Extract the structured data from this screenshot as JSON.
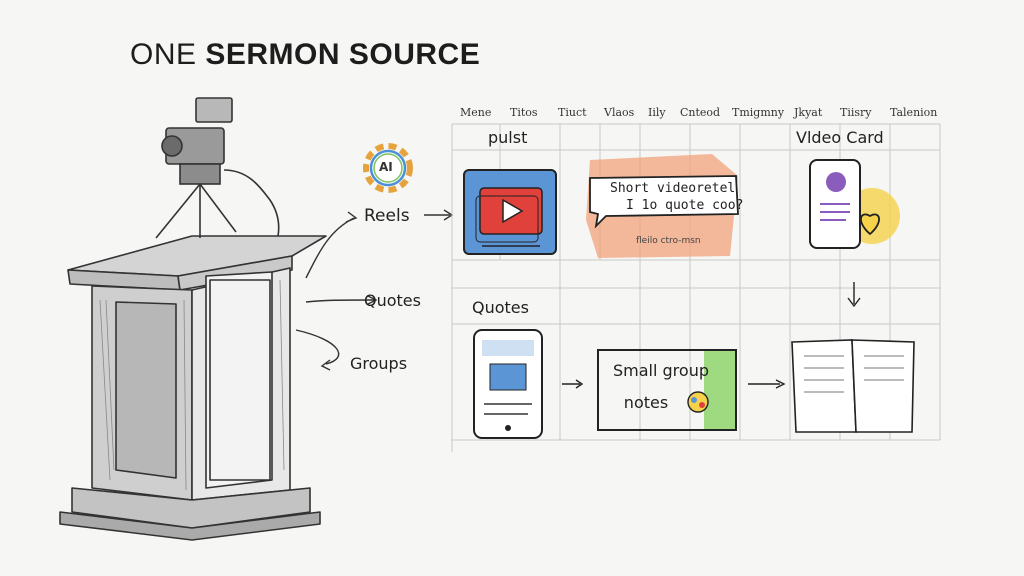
{
  "title": {
    "prefix": "ONE",
    "emphasis": "SERMON SOURCE"
  },
  "ai_badge": "AI",
  "outputs": [
    "Reels",
    "Quotes",
    "Groups"
  ],
  "menu": [
    "Mene",
    "Titos",
    "Tiuct",
    "Vlaos",
    "Iily",
    "Cnteod",
    "Tmigmny",
    "Jkyat",
    "Tiisry",
    "Talenion"
  ],
  "board": {
    "row1_label": "pulst",
    "row1_right_label": "Vldeo Card",
    "bubble_line1": "Short videoretel",
    "bubble_line2": "I 1o quote coo?",
    "bubble_caption": "fleilo ctro-msn",
    "row2_label": "Quotes",
    "group_card_line1": "Small group",
    "group_card_line2": "notes"
  },
  "colors": {
    "video_blue": "#5b95d6",
    "video_red": "#e0413a",
    "bubble_orange": "#f1a37b",
    "heart_yellow": "#f6d24a",
    "phone_purple": "#8a5dbd",
    "note_green": "#8fd36b"
  },
  "icons": [
    "video-camera-icon",
    "pulpit-illustration",
    "ai-gear-icon",
    "play-icon",
    "heart-icon",
    "phone-icon",
    "book-icon"
  ]
}
